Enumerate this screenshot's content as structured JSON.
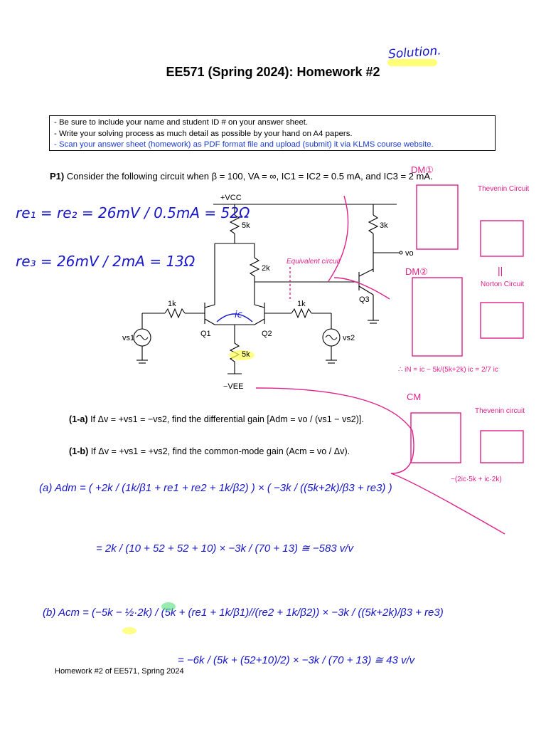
{
  "title": "EE571 (Spring 2024): Homework #2",
  "solution_note": "Solution.",
  "instructions": [
    "- Be sure to include your name and student ID # on your answer sheet.",
    "- Write your solving process as much detail as possible by your hand on A4 papers.",
    "- Scan your answer sheet (homework) as PDF format file and upload (submit) it via KLMS course website."
  ],
  "problem": {
    "label": "P1)",
    "text": "Consider the following circuit when β = 100, VA = ∞, IC1 = IC2 = 0.5 mA, and IC3 = 2 mA."
  },
  "circuit": {
    "vcc": "+VCC",
    "vee": "−VEE",
    "r_5k_top": "5k",
    "r_2k": "2k",
    "r_3k": "3k",
    "r_1k_left": "1k",
    "r_1k_right": "1k",
    "r_5k_bottom": "5k",
    "q1": "Q1",
    "q2": "Q2",
    "q3": "Q3",
    "vs1": "vs1",
    "vs2": "vs2",
    "vo": "vo"
  },
  "questions": [
    {
      "label": "(1-a)",
      "text": "If Δv = +vs1 = −vs2, find the differential gain [Adm = vo / (vs1 − vs2)]."
    },
    {
      "label": "(1-b)",
      "text": "If Δv = +vs1 = +vs2, find the common-mode gain (Acm = vo / Δv)."
    }
  ],
  "handwritten": {
    "re12": "re₁ = re₂ = 26mV / 0.5mA = 52Ω",
    "re3": "re₃ = 26mV / 2mA = 13Ω",
    "ic": "ic",
    "equiv": "Equivalent circuit",
    "dm1": "DM①",
    "dm2": "DM②",
    "cm": "CM",
    "thevenin": "Thevenin Circuit",
    "norton": "Norton Circuit",
    "thevenin2": "Thevenin circuit",
    "parallel_mark": "||",
    "norton_note": "∴ iN = ic − 5k/(5k+2k) ic = 2/7 ic",
    "cm_source": "−(2ic·5k + ic·2k)",
    "a_line1": "(a) Adm = ( +2k / (1k/β1 + re1 + re2 + 1k/β2) ) × ( −3k / ((5k+2k)/β3 + re3) )",
    "a_line2": "= 2k / (10 + 52 + 52 + 10) × −3k / (70 + 13) ≅ −583 v/v",
    "b_line1": "(b) Acm = (−5k − ½·2k) / (5k + (re1 + 1k/β1)//(re2 + 1k/β2)) × −3k / ((5k+2k)/β3 + re3)",
    "b_line2": "= −6k / (5k + (52+10)/2) × −3k / (70 + 13) ≅ 43 v/v"
  },
  "footer": "Homework #2 of EE571, Spring 2024"
}
